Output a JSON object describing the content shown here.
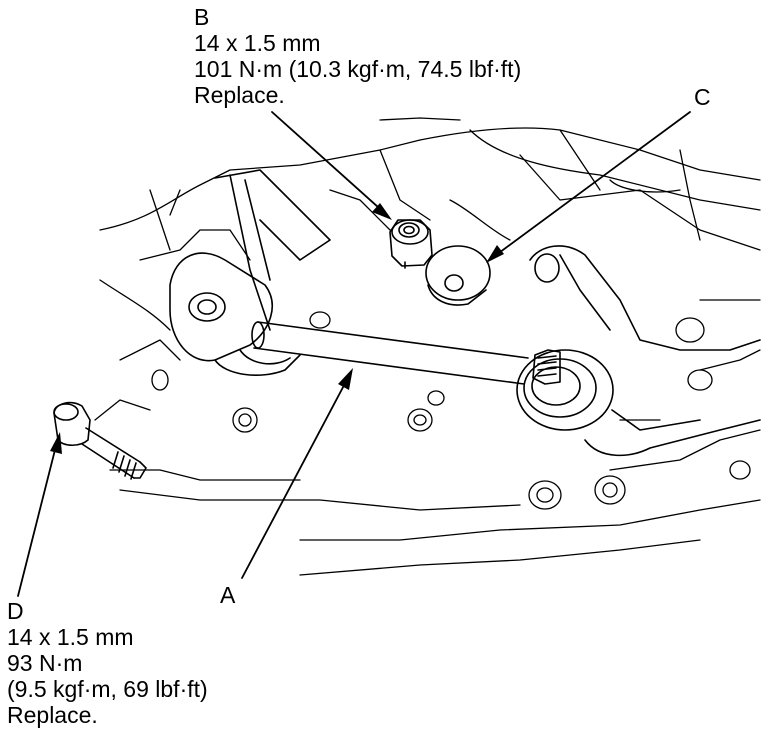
{
  "callouts": {
    "b": {
      "letter": "B",
      "size": "14 x 1.5 mm",
      "torque": "101 N·m (10.3 kgf·m, 74.5 lbf·ft)",
      "note": "Replace."
    },
    "c": {
      "letter": "C"
    },
    "a": {
      "letter": "A"
    },
    "d": {
      "letter": "D",
      "size": "14 x 1.5 mm",
      "torque": "93 N·m",
      "torque_alt": "(9.5 kgf·m, 69 lbf·ft)",
      "note": "Replace."
    }
  }
}
